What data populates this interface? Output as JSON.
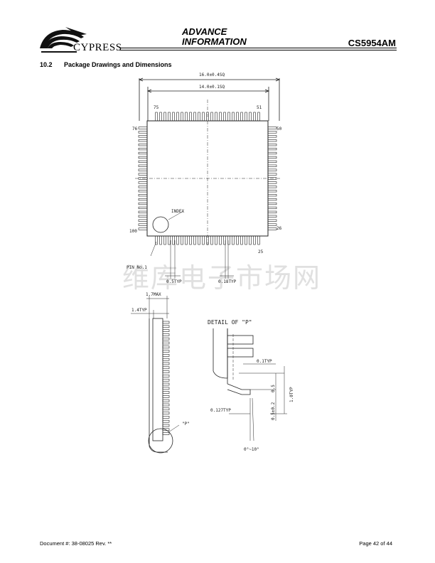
{
  "header": {
    "logo_text": "CYPRESS",
    "status_line1": "ADVANCE",
    "status_line2": "INFORMATION",
    "part_number": "CS5954AM"
  },
  "section": {
    "number": "10.2",
    "title": "Package Drawings and Dimensions"
  },
  "drawing": {
    "top_view": {
      "outer_dim": "16.0±0.4SQ",
      "body_dim": "14.0±0.1SQ",
      "pin_labels": {
        "p75": "75",
        "p51": "51",
        "p76": "76",
        "p50": "50",
        "p100": "100",
        "p26": "26",
        "p25": "25"
      },
      "index_label": "INDEX",
      "pin1_label": "PIN No.1",
      "pitch_dim": "0.5TYP",
      "lead_width_dim": "0.18TYP"
    },
    "watermark": "维库电子市场网",
    "side_view": {
      "height_dim": "1.7MAX",
      "standoff_dim": "1.4TYP",
      "detail_callout": "\"P\""
    },
    "detail_p": {
      "title": "DETAIL OF \"P\"",
      "lead_thickness": "0.1TYP",
      "dim_a": "0.5",
      "dim_b": "1.0TYP",
      "dim_c": "0.127TYP",
      "dim_d": "0.5±0.2",
      "angle": "0°~10°"
    }
  },
  "footer": {
    "document_number": "Document #: 38-08025 Rev. **",
    "page": "Page 42 of 44"
  }
}
